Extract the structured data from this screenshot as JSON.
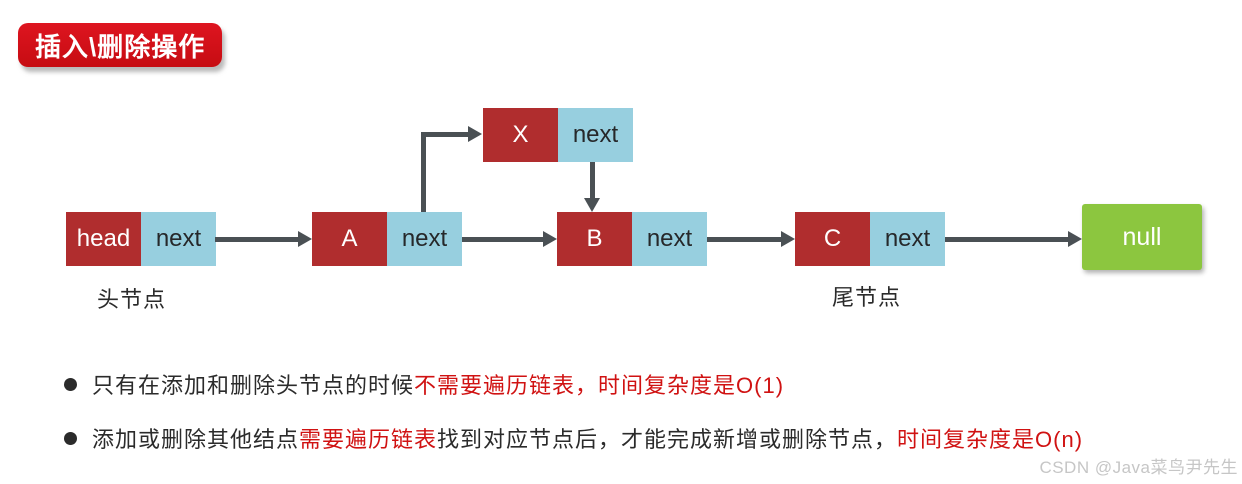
{
  "title": {
    "label": "插入\\删除操作"
  },
  "diagram": {
    "nodes": [
      {
        "id": "head",
        "data_label": "head",
        "pointer_label": "next"
      },
      {
        "id": "A",
        "data_label": "A",
        "pointer_label": "next"
      },
      {
        "id": "X",
        "data_label": "X",
        "pointer_label": "next"
      },
      {
        "id": "B",
        "data_label": "B",
        "pointer_label": "next"
      },
      {
        "id": "C",
        "data_label": "C",
        "pointer_label": "next"
      }
    ],
    "null_label": "null",
    "captions": {
      "head": "头节点",
      "tail": "尾节点"
    },
    "edges": [
      "head.next -> A",
      "A.next -> X (insert)",
      "X.next -> B",
      "B.next -> C",
      "C.next -> null"
    ]
  },
  "notes": {
    "items": [
      {
        "segments": [
          {
            "text": "只有在添加和删除头节点的时候",
            "color": "black"
          },
          {
            "text": "不需要遍历链表，时间复杂度是O(1)",
            "color": "red"
          }
        ]
      },
      {
        "segments": [
          {
            "text": "添加或删除其他结点",
            "color": "black"
          },
          {
            "text": "需要遍历链表",
            "color": "red"
          },
          {
            "text": "找到对应节点后，才能完成新增或删除节点，",
            "color": "black"
          },
          {
            "text": "时间复杂度是O(n)",
            "color": "red"
          }
        ]
      }
    ]
  },
  "watermark": {
    "text": "CSDN @Java菜鸟尹先生"
  },
  "colors": {
    "badge_red": "#C60C12",
    "badge_red_light": "#DE1520",
    "node_red": "#B02D2E",
    "pointer_blue": "#97CFDF",
    "null_green": "#8CC63F",
    "arrow_gray": "#4A5054",
    "text_dark": "#2B2B2B",
    "highlight_red": "#D01212",
    "watermark_gray": "#C6C6C6"
  }
}
